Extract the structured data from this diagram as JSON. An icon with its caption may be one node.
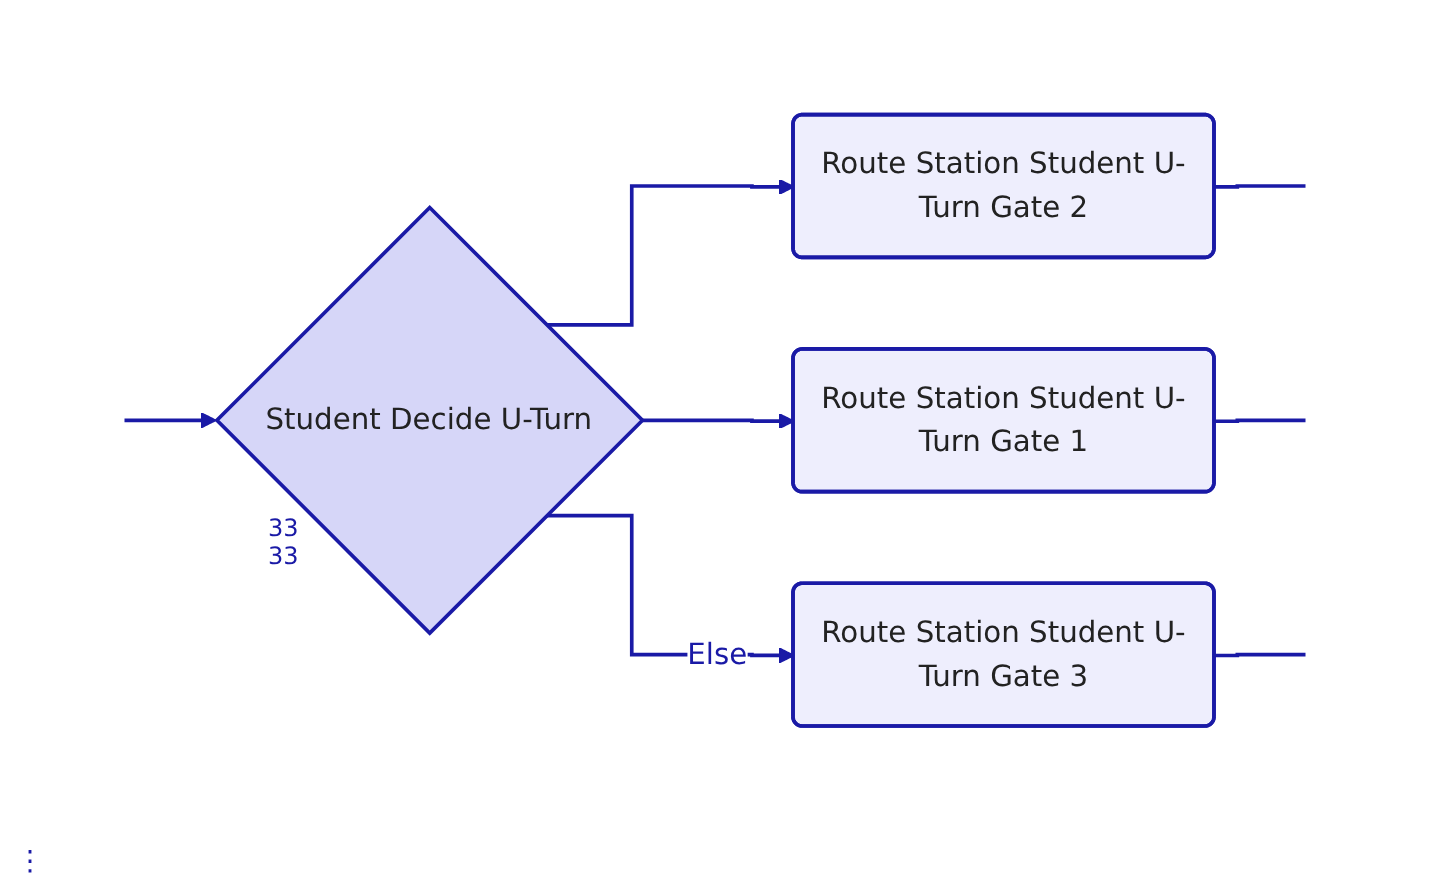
{
  "diagram": {
    "nodes": [
      {
        "text": [
          "Student Decide U-Turn"
        ],
        "beside": [
          "33 33"
        ]
      },
      {
        "text": [
          "Route Station Student U-Turn Gate 2"
        ]
      },
      {
        "text": [
          "Route Station Student U-Turn Gate 1"
        ]
      },
      {
        "text": [
          "Route Station Student U-Turn Gate 3"
        ]
      }
    ],
    "edges": [
      {
        "from": null,
        "to": 0,
        "arrow": "to"
      },
      {
        "from": 0,
        "to": 1,
        "arrow": "to"
      },
      {
        "from": 0,
        "to": 2,
        "arrow": "to"
      },
      {
        "from": 0,
        "to": 3,
        "arrow": "to",
        "label": "Else"
      },
      {
        "from": 1,
        "to": null,
        "arrow": "none"
      },
      {
        "from": 2,
        "to": null,
        "arrow": "none"
      },
      {
        "from": 3,
        "to": null,
        "arrow": "none"
      }
    ],
    "labels": [
      "⋮"
    ]
  }
}
